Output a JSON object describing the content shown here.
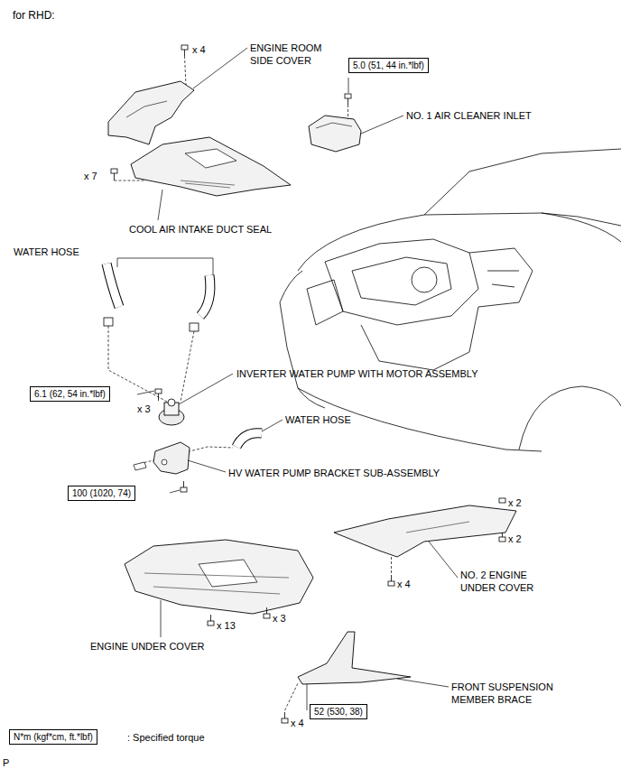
{
  "diagram": {
    "title": "for RHD:",
    "nodes": [
      {
        "text": [
          "5.0 (51, 44 in.*lbf)"
        ]
      },
      {
        "text": [
          "6.1 (62, 54 in.*lbf)"
        ]
      },
      {
        "text": [
          "100 (1020, 74)"
        ]
      },
      {
        "text": [
          "52 (530, 38)"
        ]
      },
      {
        "text": [
          "N*m (kgf*cm, ft.*lbf)"
        ]
      }
    ],
    "labels": [
      "x 4",
      "ENGINE ROOM SIDE COVER",
      "NO. 1 AIR CLEANER INLET",
      "x 7",
      "COOL AIR INTAKE DUCT SEAL",
      "WATER HOSE",
      "INVERTER WATER PUMP WITH MOTOR ASSEMBLY",
      "x 3",
      "WATER HOSE",
      "HV WATER PUMP BRACKET SUB-ASSEMBLY",
      "x 2",
      "x 2",
      "NO. 2 ENGINE UNDER COVER",
      "x 4",
      "x 3",
      "x 13",
      "ENGINE UNDER COVER",
      "FRONT SUSPENSION MEMBER BRACE",
      "x 4",
      ": Specified torque",
      "P"
    ]
  }
}
